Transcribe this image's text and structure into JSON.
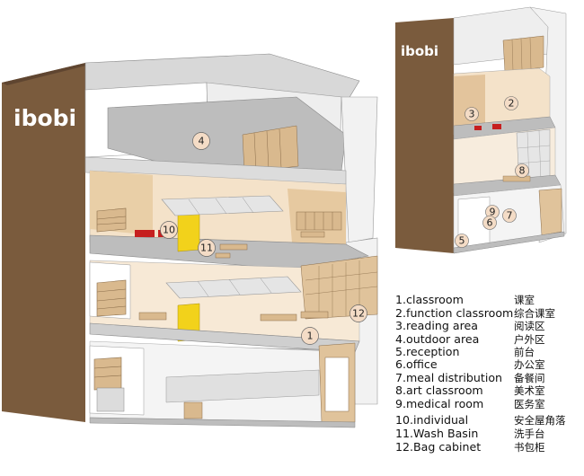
{
  "brand": {
    "logo_text": "ibobi",
    "colors": {
      "brown": "#7a5b3d",
      "wood": "#e2c39c",
      "yellow": "#f2d21b",
      "gray": "#b9b9b9"
    }
  },
  "markers": {
    "m1": "1",
    "m2": "2",
    "m3": "3",
    "m4": "4",
    "m5": "5",
    "m6": "6",
    "m7": "7",
    "m8": "8",
    "m9": "9",
    "m10": "10",
    "m11": "11",
    "m12": "12"
  },
  "legend": [
    {
      "en": "1.classroom",
      "cn": "课室"
    },
    {
      "en": "2.function classroom",
      "cn": "综合课室"
    },
    {
      "en": "3.reading area",
      "cn": "阅读区"
    },
    {
      "en": "4.outdoor area",
      "cn": "户外区"
    },
    {
      "en": "5.reception",
      "cn": "前台"
    },
    {
      "en": "6.office",
      "cn": "办公室"
    },
    {
      "en": "7.meal distribution",
      "cn": "备餐间"
    },
    {
      "en": "8.art classroom",
      "cn": "美术室"
    },
    {
      "en": "9.medical room",
      "cn": "医务室"
    },
    {
      "en": "10.individual",
      "cn": "安全屋角落"
    },
    {
      "en": "11.Wash Basin",
      "cn": "洗手台"
    },
    {
      "en": "12.Bag cabinet",
      "cn": "书包柜"
    }
  ]
}
